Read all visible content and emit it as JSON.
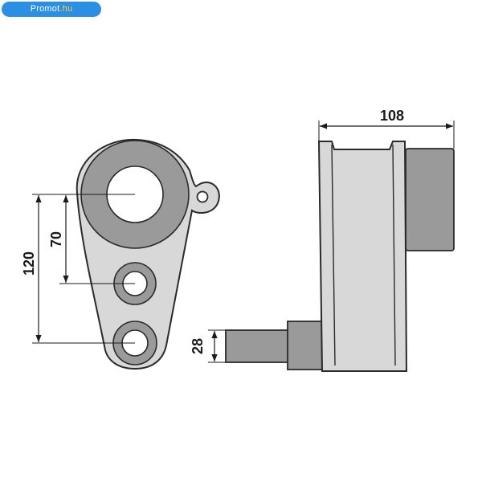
{
  "watermark": {
    "name": "Promot",
    "tld": ".hu"
  },
  "colors": {
    "part_fill": "#d8d8d8",
    "boss_fill": "#9a9a9a",
    "outline": "#2a2a2a",
    "dimension": "#1a1a1a",
    "badge": "#2b8fe3",
    "badge_tld": "#ffd23a"
  },
  "dimensions": {
    "height_total": "120",
    "height_upper": "70",
    "width_top": "108",
    "shaft_diameter": "28"
  }
}
